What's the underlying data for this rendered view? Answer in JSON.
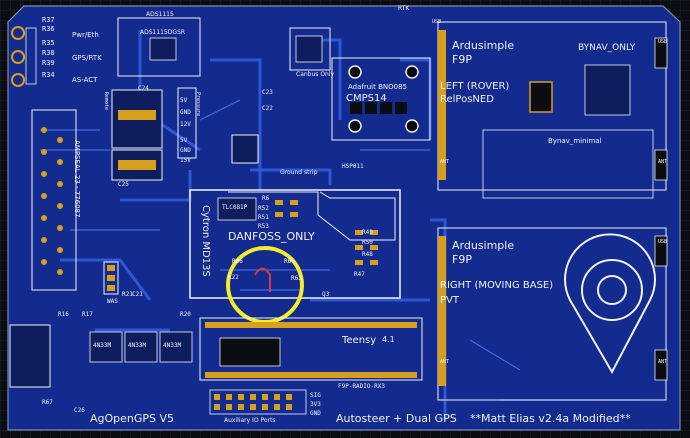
{
  "board": {
    "colors": {
      "board": "#132a8f",
      "trace": "#2e57d6",
      "pad": "#d7a01c",
      "silk": "#f1f1f1",
      "highlight": "#f4ee2a",
      "background": "#0b0d12"
    },
    "left_leds": [
      "R37",
      "R36",
      "R35",
      "R38",
      "R39",
      "R34"
    ],
    "led_labels": [
      "Pwr/Eth",
      "GPS/RTK",
      "AS-ACT"
    ],
    "top_chip_labels": [
      "ADS1115",
      "ADS1115DGSR"
    ],
    "canbus_label": "Canbus Only",
    "rtk_label": "RTK",
    "bno_labels": [
      "Adafruit BNO085",
      "CMPS14"
    ],
    "rear_receiver": {
      "name": "Ardusimple",
      "model": "F9P",
      "bynav": "BYNAV_ONLY",
      "role": "LEFT (ROVER)",
      "mode": "RelPosNED"
    },
    "front_receiver": {
      "name": "Ardusimple",
      "model": "F9P",
      "role": "RIGHT (MOVING BASE)",
      "mode": "PVT"
    },
    "bynav_minimal": "Bynav_minimal",
    "danfoss": {
      "label": "DANFOSS_ONLY",
      "chip": "TLC081P",
      "resistors": [
        "R6",
        "R52",
        "R51",
        "R53"
      ]
    },
    "cytron": {
      "label": "Cytron MD13S"
    },
    "gps_r_labels": [
      "R49",
      "R50",
      "R48",
      "R47"
    ],
    "highlight_labels": [
      "R66",
      "R65",
      "R22",
      "R63",
      "Q3"
    ],
    "wheel_angle": {
      "label": "WAS",
      "r": "R21"
    },
    "ampseal": "AMPSEAL 23 - 776087",
    "ground_strip": "Ground strip",
    "regulators": [
      "5V",
      "GND",
      "12V",
      "5V",
      "GND",
      "15V"
    ],
    "aux": "Auxiliary IO Ports",
    "sig_labels": [
      "SIG",
      "3V3",
      "GND"
    ],
    "teensy": {
      "name": "Teensy",
      "version": "4.1"
    },
    "f9p_radio": "F9P-RADIO-RX3",
    "opto_chips": [
      "4N33M",
      "4N33M",
      "4N33M"
    ],
    "bottom_r": [
      "R67",
      "C26"
    ],
    "footer": {
      "left": "AgOpenGPS V5",
      "middle": "Autosteer + Dual GPS",
      "right": "**Matt Elias v2.4a Modified**"
    },
    "usb_labels": [
      "USB",
      "USB",
      "USB"
    ],
    "ant_labels": [
      "ANT",
      "ANT",
      "ANT",
      "ANT"
    ],
    "misc_labels": [
      "C24",
      "C25",
      "C23",
      "C22",
      "C21",
      "R20",
      "R17",
      "R16",
      "HSP011",
      "Remote",
      "Pressure"
    ]
  }
}
